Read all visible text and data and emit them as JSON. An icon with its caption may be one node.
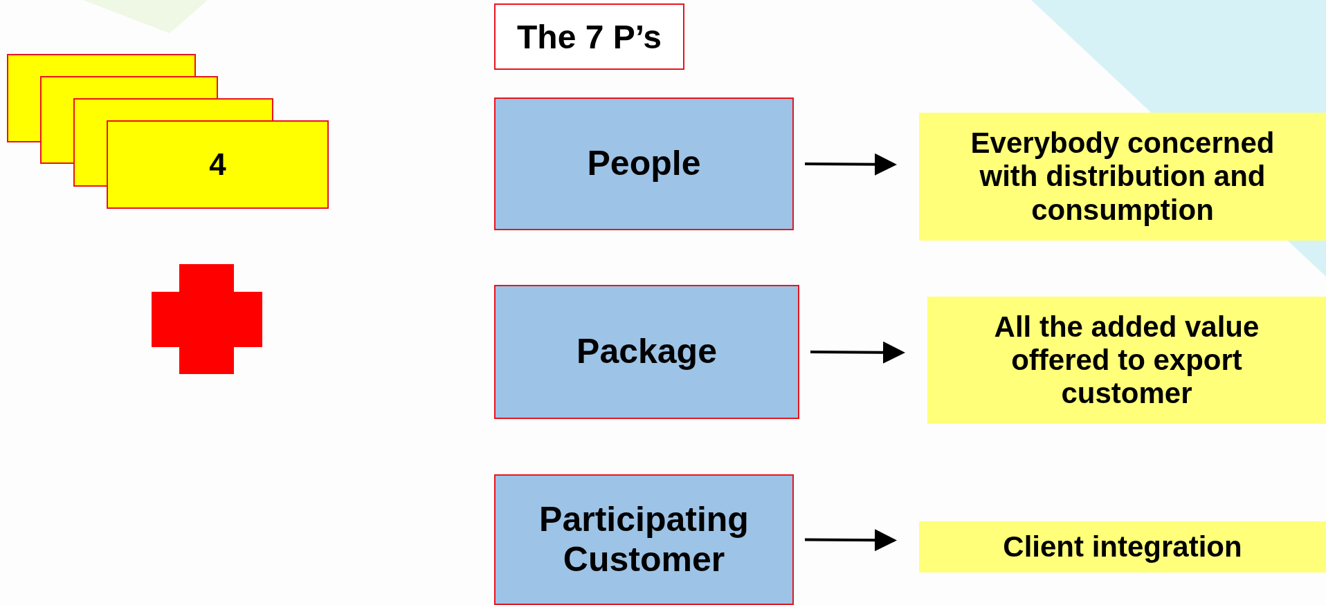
{
  "diagram": {
    "title": "The 7 P’s",
    "nodes": [
      {
        "text": [
          "4"
        ]
      },
      {
        "text": [
          "People"
        ]
      },
      {
        "text": [
          "Everybody concerned with distribution and consumption"
        ]
      },
      {
        "text": [
          "Package"
        ]
      },
      {
        "text": [
          "All the added value offered to export customer"
        ]
      },
      {
        "text": [
          "Participating Customer"
        ]
      },
      {
        "text": [
          "Client integration"
        ]
      }
    ],
    "edges": [
      {
        "from": 1,
        "to": 2,
        "arrow": "to"
      },
      {
        "from": 3,
        "to": 4,
        "arrow": "to"
      },
      {
        "from": 5,
        "to": 6,
        "arrow": "to"
      }
    ]
  }
}
